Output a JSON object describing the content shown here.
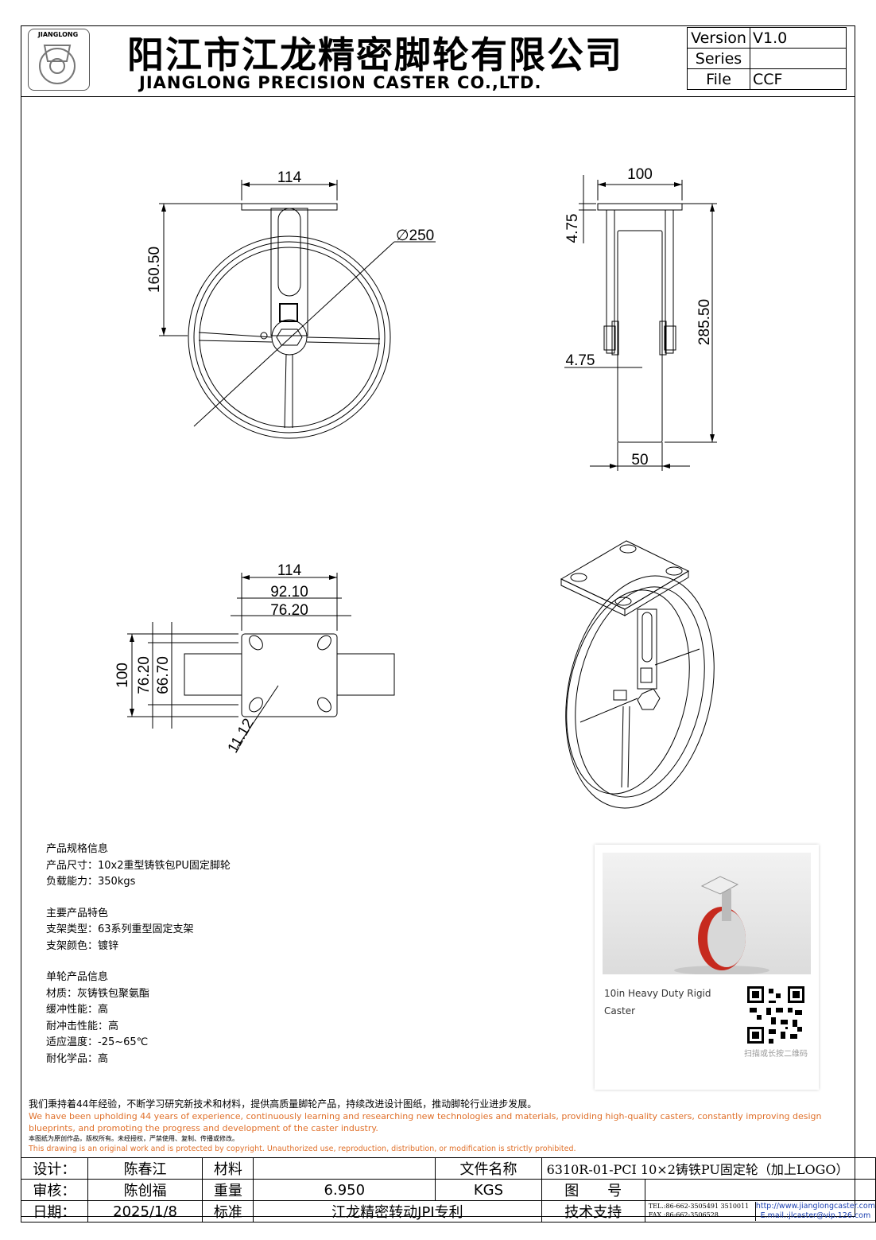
{
  "header": {
    "logo_text": "JIANGLONG",
    "title_cn": "阳江市江龙精密脚轮有限公司",
    "title_en": "JIANGLONG PRECISION CASTER CO.,LTD.",
    "version_label": "Version",
    "version_value": "V1.0",
    "series_label": "Series",
    "series_value": "",
    "file_label": "File",
    "file_value": "CCF"
  },
  "dimensions": {
    "front_width": "114",
    "front_height": "160.50",
    "wheel_diameter": "∅250",
    "side_width": "100",
    "side_top": "4.75",
    "side_height": "285.50",
    "side_mid": "4.75",
    "wheel_width": "50",
    "plate_width": "114",
    "hole_span_1": "92.10",
    "hole_span_2": "76.20",
    "plate_height": "100",
    "hole_v1": "76.20",
    "hole_v2": "66.70",
    "slot": "11.12"
  },
  "specs": {
    "group1_title": "产品规格信息",
    "size": "产品尺寸：10x2重型铸铁包PU固定脚轮",
    "load": "负载能力：350kgs",
    "group2_title": "主要产品特色",
    "bracket_type": "支架类型：63系列重型固定支架",
    "bracket_color": "支架颜色：镀锌",
    "group3_title": "单轮产品信息",
    "material": "材质：灰铸铁包聚氨酯",
    "cushion": "缓冲性能：高",
    "impact": "耐冲击性能：高",
    "temperature": "适应温度：-25~65℃",
    "chemical": "耐化学品：高"
  },
  "photo": {
    "caption": "10in Heavy Duty Rigid Caster",
    "qr_caption": "扫描或长按二维码"
  },
  "footer": {
    "cn_statement": "我们秉持着44年经验，不断学习研究新技术和材料，提供高质量脚轮产品，持续改进设计图纸，推动脚轮行业进步发展。",
    "en_statement": "We have been upholding 44 years of experience, continuously learning and researching new technologies and materials, providing high-quality casters, constantly improving design blueprints, and promoting the progress and development of the caster industry.",
    "cn_copyright": "本图纸为原创作品，版权所有。未经授权，严禁使用、复制、传播或修改。",
    "en_copyright": "This drawing is an original work and is protected by copyright. Unauthorized use, reproduction, distribution, or modification is strictly prohibited."
  },
  "title_block": {
    "design_label": "设计：",
    "design_value": "陈春江",
    "material_label": "材料",
    "material_value": "",
    "filename_label": "文件名称",
    "filename_value": "6310R-01-PCI 10×2铸铁PU固定轮（加上LOGO）",
    "review_label": "审核：",
    "review_value": "陈创福",
    "weight_label": "重量",
    "weight_value": "6.950",
    "weight_unit": "KGS",
    "drawing_no_label": "图　　号",
    "drawing_no_value": "",
    "date_label": "日期：",
    "date_value": "2025/1/8",
    "standard_label": "标准",
    "standard_value": "江龙精密转动JPI专利",
    "support_label": "技术支持",
    "tel": "TEL.:86-662-3505491 3510011",
    "fax": "FAX.:86-662-3506528",
    "web": "http://www.jianglongcaster.com",
    "email": "E.mail.:jlcaster@vip.126.com"
  }
}
